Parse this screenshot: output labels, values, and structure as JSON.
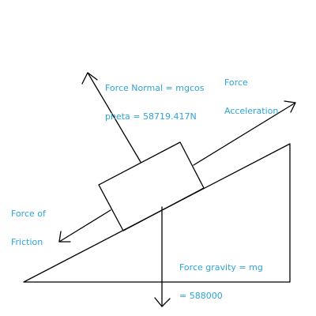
{
  "colors": {
    "ink": "#000000",
    "label": "#2ea3d6",
    "background": "#ffffff"
  },
  "labels": {
    "normal_line1": "Force Normal = mgcos",
    "normal_line2": "pheta = 58719.417N",
    "acceleration_line1": "Force",
    "acceleration_line2": "Acceleration",
    "friction_line1": "Force of",
    "friction_line2": "Friction",
    "gravity_line1": "Force gravity = mg",
    "gravity_line2": "= 588000"
  }
}
